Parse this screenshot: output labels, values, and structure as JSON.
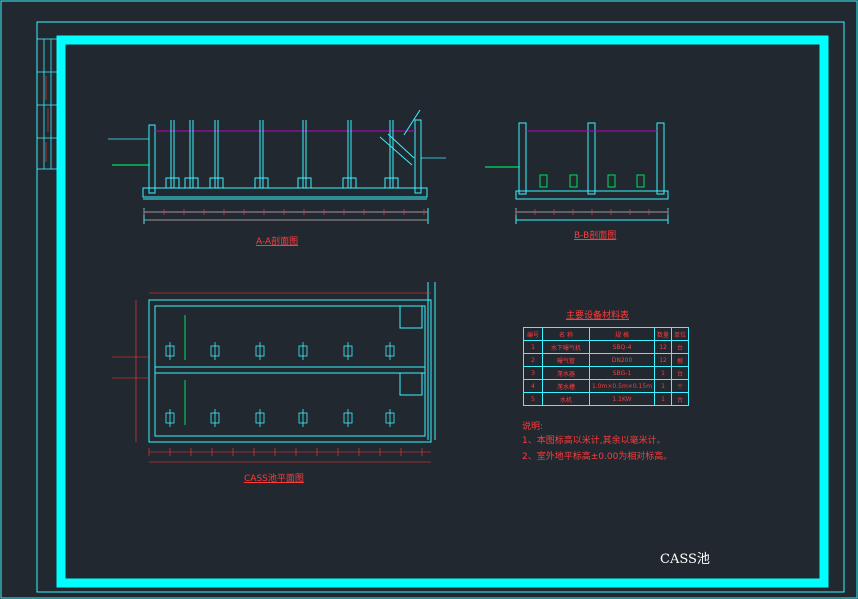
{
  "views": {
    "section_aa_title": "A-A剖面图",
    "section_bb_title": "B-B剖面图",
    "plan_title": "CASS池平面图"
  },
  "table": {
    "title": "主要设备材料表",
    "headers": [
      "编号",
      "名  称",
      "规  格",
      "数量",
      "单位"
    ],
    "rows": [
      [
        "1",
        "水下曝气机",
        "SBQ-4",
        "12",
        "台"
      ],
      [
        "2",
        "曝气管",
        "DN200",
        "12",
        "根"
      ],
      [
        "3",
        "滗水器",
        "SBG-1",
        "1",
        "台"
      ],
      [
        "4",
        "滗水槽",
        "1.0m×0.5m×0.15m",
        "1",
        "个"
      ],
      [
        "5",
        "水机",
        "1.1KW",
        "1",
        "台"
      ]
    ]
  },
  "notes": {
    "heading": "说明:",
    "line1": "1、本图标高以米计,其余以毫米计。",
    "line2": "2、室外地平标高±0.00为相对标高。"
  },
  "drawing_title": "CASS池",
  "colors": {
    "background": "#212830",
    "frame": "#00ffff",
    "line": "#3cf3ff",
    "text": "#ff3b3b",
    "water": "#c000c0",
    "equipment": "#00e060"
  }
}
